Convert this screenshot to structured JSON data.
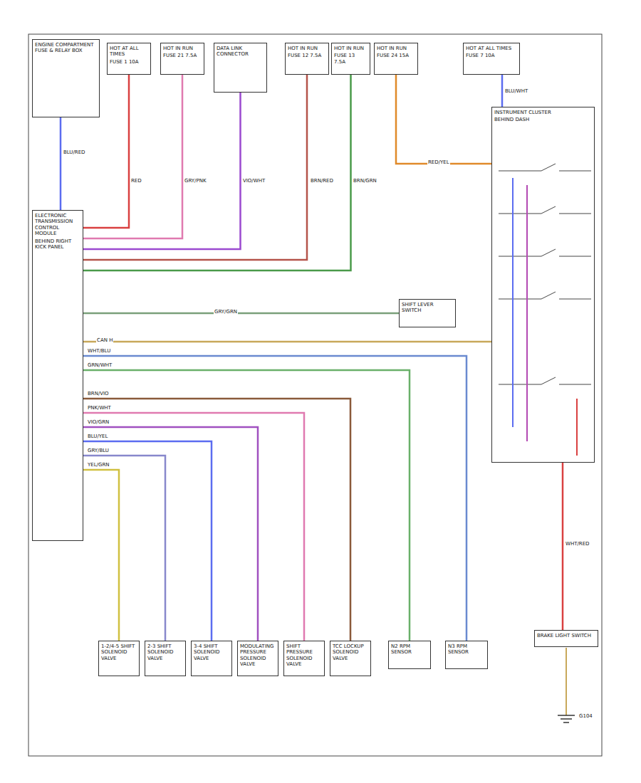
{
  "diagram": {
    "nodes": [
      {
        "text": [
          "ENGINE COMPARTMENT FUSE & RELAY BOX"
        ]
      },
      {
        "text": [
          "HOT AT ALL TIMES",
          "FUSE 1 10A"
        ]
      },
      {
        "text": [
          "HOT IN RUN",
          "FUSE 21 7.5A"
        ]
      },
      {
        "text": [
          "DATA LINK CONNECTOR"
        ]
      },
      {
        "text": [
          "HOT IN RUN",
          "FUSE 12 7.5A"
        ]
      },
      {
        "text": [
          "HOT IN RUN",
          "FUSE 13 7.5A"
        ]
      },
      {
        "text": [
          "HOT IN RUN",
          "FUSE 24 15A"
        ]
      },
      {
        "text": [
          "HOT AT ALL TIMES",
          "FUSE 7 10A"
        ]
      },
      {
        "text": [
          "ELECTRONIC TRANSMISSION CONTROL MODULE",
          "BEHIND RIGHT KICK PANEL"
        ]
      },
      {
        "text": [
          "INSTRUMENT CLUSTER",
          "BEHIND DASH"
        ]
      },
      {
        "text": [
          "SHIFT LEVER SWITCH"
        ]
      },
      {
        "text": [
          "1-2/4-5 SHIFT SOLENOID VALVE"
        ]
      },
      {
        "text": [
          "2-3 SHIFT SOLENOID VALVE"
        ]
      },
      {
        "text": [
          "3-4 SHIFT SOLENOID VALVE"
        ]
      },
      {
        "text": [
          "MODULATING PRESSURE SOLENOID VALVE"
        ]
      },
      {
        "text": [
          "SHIFT PRESSURE SOLENOID VALVE"
        ]
      },
      {
        "text": [
          "TCC LOCKUP SOLENOID VALVE"
        ]
      },
      {
        "text": [
          "N2 RPM SENSOR"
        ]
      },
      {
        "text": [
          "N3 RPM SENSOR"
        ]
      },
      {
        "text": [
          "BRAKE LIGHT SWITCH"
        ]
      }
    ],
    "edges": [
      {
        "from": 0,
        "to": 8,
        "arrow": "none"
      },
      {
        "from": 1,
        "to": 8,
        "arrow": "none"
      },
      {
        "from": 2,
        "to": 8,
        "arrow": "none"
      },
      {
        "from": 3,
        "to": 8,
        "arrow": "none"
      },
      {
        "from": 4,
        "to": 8,
        "arrow": "none"
      },
      {
        "from": 5,
        "to": 8,
        "arrow": "none"
      },
      {
        "from": 6,
        "to": 9,
        "arrow": "none"
      },
      {
        "from": 7,
        "to": 9,
        "arrow": "none"
      },
      {
        "from": 10,
        "to": 8,
        "arrow": "none"
      },
      {
        "from": 8,
        "to": 9,
        "arrow": "none"
      },
      {
        "from": 8,
        "to": 11,
        "arrow": "none"
      },
      {
        "from": 8,
        "to": 12,
        "arrow": "none"
      },
      {
        "from": 8,
        "to": 13,
        "arrow": "none"
      },
      {
        "from": 8,
        "to": 14,
        "arrow": "none"
      },
      {
        "from": 8,
        "to": 15,
        "arrow": "none"
      },
      {
        "from": 8,
        "to": 16,
        "arrow": "none"
      },
      {
        "from": 8,
        "to": 17,
        "arrow": "none"
      },
      {
        "from": 8,
        "to": 18,
        "arrow": "none"
      },
      {
        "from": 9,
        "to": 19,
        "arrow": "none"
      }
    ],
    "labels": [
      "BLU/RED",
      "RED",
      "GRY/PNK",
      "VIO/WHT",
      "BRN/RED",
      "BRN/GRN",
      "RED/YEL",
      "BLU/WHT",
      "CAN H",
      "YEL/GRN",
      "GRY/BLU",
      "BLU/YEL",
      "VIO/GRN",
      "PNK/WHT",
      "BRN/VIO",
      "GRN/WHT",
      "WHT/BLU",
      "GRY/GRN",
      "WHT/RED",
      "G104"
    ]
  }
}
